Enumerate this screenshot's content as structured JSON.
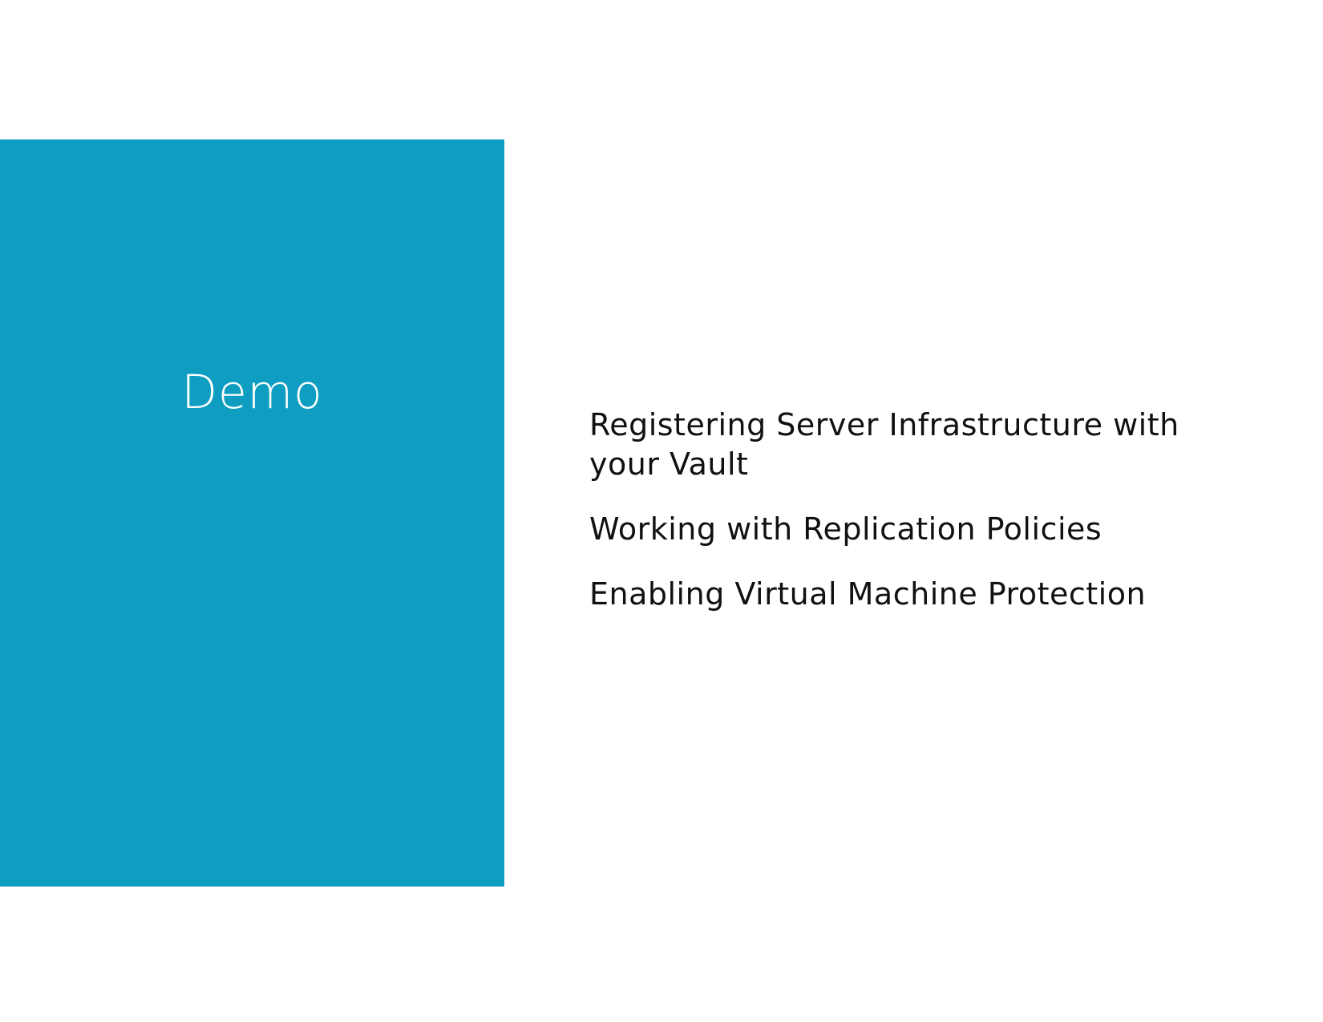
{
  "demo_panel": {
    "title": "Demo",
    "color": "#0f9ec1"
  },
  "topics": [
    {
      "label": "Registering Server Infrastructure with your Vault"
    },
    {
      "label": "Working with Replication Policies"
    },
    {
      "label": "Enabling Virtual Machine Protection"
    }
  ]
}
